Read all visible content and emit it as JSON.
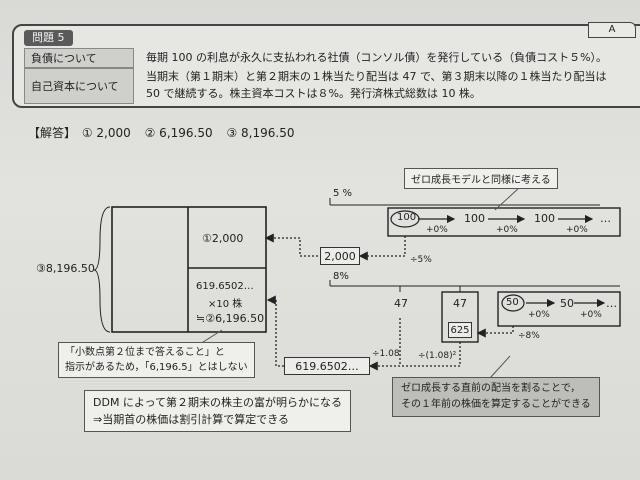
{
  "problem": {
    "tag": "問題 5",
    "badge": "A",
    "rows": [
      {
        "label": "負債について",
        "text": "毎期 100 の利息が永久に支払われる社債（コンソル債）を発行している（負債コスト５%）。"
      },
      {
        "label": "自己資本について",
        "text_line1": "当期末（第１期末）と第２期末の１株当たり配当は 47 で、第３期末以降の１株当たり配当は",
        "text_line2": "50 で継続する。株主資本コストは８%。発行済株式総数は 10 株。"
      }
    ]
  },
  "answer": {
    "label": "【解答】",
    "items": [
      "① 2,000",
      "② 6,196.50",
      "③ 8,196.50"
    ]
  },
  "diagram": {
    "total_label": "③8,196.50",
    "debt_value": "①2,000",
    "equity_line1": "619.6502…",
    "equity_line2": "×10 株",
    "equity_line3": "≒②6,196.50",
    "rate_debt": "5 %",
    "rate_equity": "8%",
    "debt_box": "2,000",
    "debt_divisor": "÷5%",
    "debt_flow": {
      "start": "100",
      "next1": "100",
      "next2": "100",
      "end": "…",
      "growth": "+0%"
    },
    "equity_flow": {
      "d1": "47",
      "d2": "47",
      "start": "50",
      "next": "50",
      "end": "…",
      "growth": "+0%"
    },
    "equity_box_625": "625",
    "equity_divisor": "÷8%",
    "pv_box": "619.6502…",
    "discount1": "÷1.08",
    "discount2": "÷(1.08)²",
    "callout_top": "ゼロ成長モデルと同様に考える",
    "callout_rounding_line1": "「小数点第２位まで答えること」と",
    "callout_rounding_line2": "指示があるため，「6,196.5」とはしない",
    "callout_ddm_line1": "DDM によって第２期末の株主の富が明らかになる",
    "callout_ddm_line2": "⇒当期首の株価は割引計算で算定できる",
    "callout_zero_line1": "ゼロ成長する直前の配当を割ることで，",
    "callout_zero_line2": "その１年前の株価を算定することができる"
  }
}
